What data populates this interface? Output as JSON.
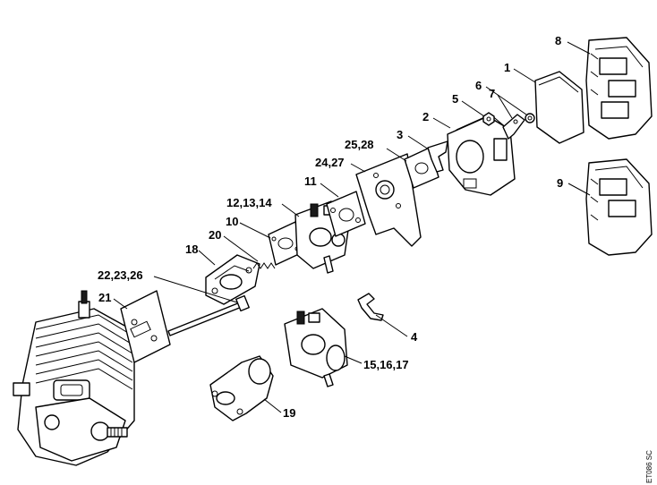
{
  "labels": {
    "p1": "1",
    "p2": "2",
    "p3": "3",
    "p4": "4",
    "p5": "5",
    "p6": "6",
    "p7": "7",
    "p8": "8",
    "p9": "9",
    "p10": "10",
    "p11": "11",
    "p12": "12,13,14",
    "p15": "15,16,17",
    "p18": "18",
    "p19": "19",
    "p20": "20",
    "p21": "21",
    "p22": "22,23,26",
    "p24": "24,27",
    "p25": "25,28"
  },
  "drawing_code": "ET086 SC"
}
